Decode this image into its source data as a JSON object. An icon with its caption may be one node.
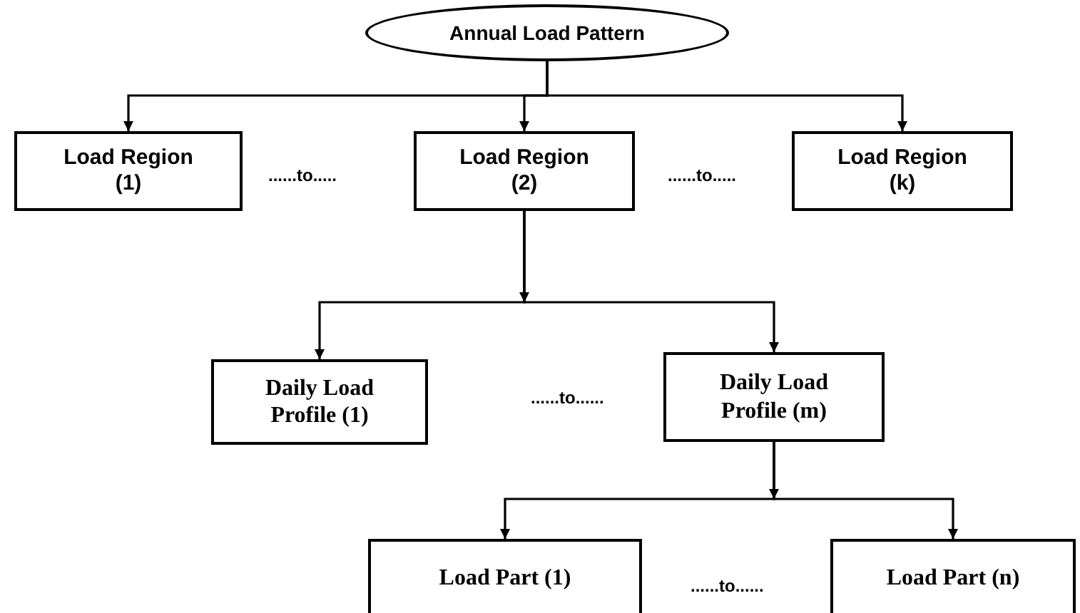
{
  "diagram": {
    "nodes": [
      {
        "text": [
          "Annual Load Pattern"
        ]
      },
      {
        "text": [
          "Load Region (1)"
        ]
      },
      {
        "text": [
          "Load Region (2)"
        ]
      },
      {
        "text": [
          "Load Region (k)"
        ]
      },
      {
        "text": [
          "Daily Load Profile (1)"
        ]
      },
      {
        "text": [
          "Daily Load Profile (m)"
        ]
      },
      {
        "text": [
          "Load Part (1)"
        ]
      },
      {
        "text": [
          "Load Part (n)"
        ]
      }
    ],
    "edges": [
      {
        "from": 0,
        "to": 1,
        "arrow": "to"
      },
      {
        "from": 0,
        "to": 2,
        "arrow": "to"
      },
      {
        "from": 0,
        "to": 3,
        "arrow": "to"
      },
      {
        "from": 2,
        "to": 4,
        "arrow": "to"
      },
      {
        "from": 2,
        "to": 5,
        "arrow": "to"
      },
      {
        "from": 5,
        "to": 6,
        "arrow": "to"
      },
      {
        "from": 5,
        "to": 7,
        "arrow": "to"
      }
    ],
    "labels": [
      "......to.....",
      "......to.....",
      "......to......",
      "......to......"
    ]
  }
}
